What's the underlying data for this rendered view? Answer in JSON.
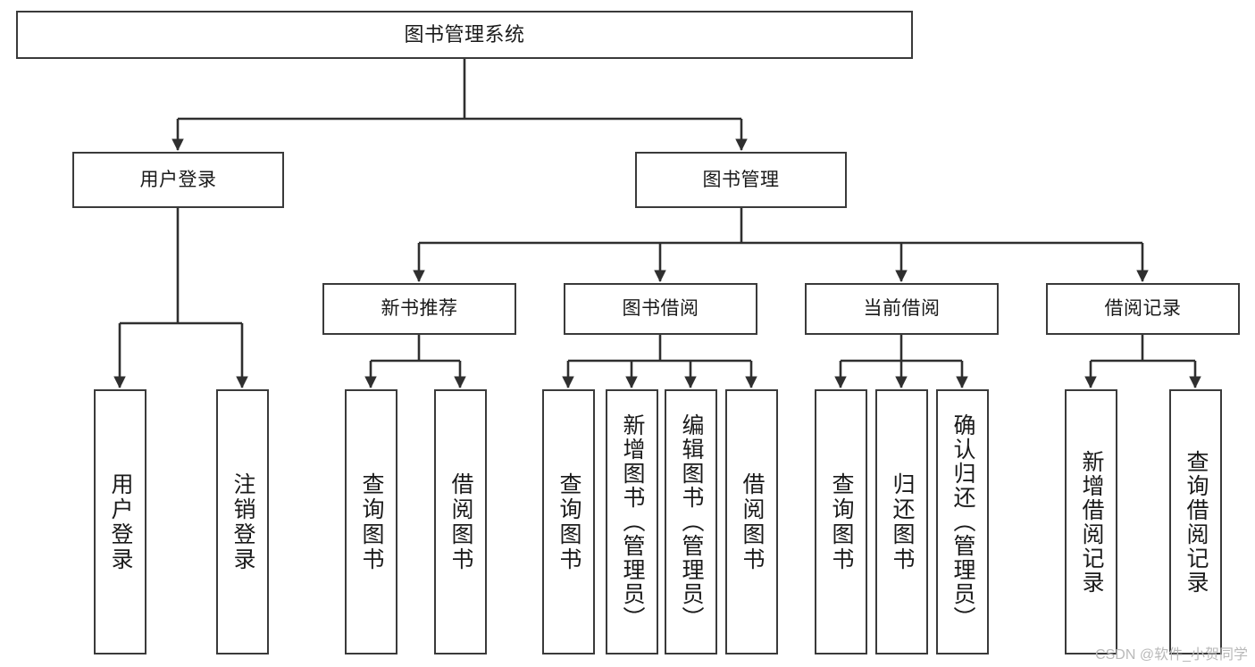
{
  "diagram": {
    "title": "图书管理系统",
    "type": "tree-hierarchy-diagram",
    "colors": {
      "node_border": "#3a3a3a",
      "node_fill": "#ffffff",
      "connector": "#2f2f2f",
      "text": "#1a1a1a",
      "watermark": "#b9b9b9",
      "background": "#ffffff"
    },
    "root": {
      "label": "图书管理系统"
    },
    "level2": [
      {
        "label": "用户登录"
      },
      {
        "label": "图书管理"
      }
    ],
    "level3": [
      {
        "label": "新书推荐"
      },
      {
        "label": "图书借阅"
      },
      {
        "label": "当前借阅"
      },
      {
        "label": "借阅记录"
      }
    ],
    "leaves": {
      "user_login": [
        {
          "label": "用户登录"
        },
        {
          "label": "注销登录"
        }
      ],
      "new_book_recommend": [
        {
          "label": "查询图书"
        },
        {
          "label": "借阅图书"
        }
      ],
      "book_borrow": [
        {
          "label": "查询图书"
        },
        {
          "label": "新增图书（管理员）"
        },
        {
          "label": "编辑图书（管理员）"
        },
        {
          "label": "借阅图书"
        }
      ],
      "current_borrow": [
        {
          "label": "查询图书"
        },
        {
          "label": "归还图书"
        },
        {
          "label": "确认归还（管理员）"
        }
      ],
      "borrow_records": [
        {
          "label": "新增借阅记录"
        },
        {
          "label": "查询借阅记录"
        }
      ]
    }
  },
  "watermark": {
    "text": "CSDN @软件_小贺同学"
  }
}
